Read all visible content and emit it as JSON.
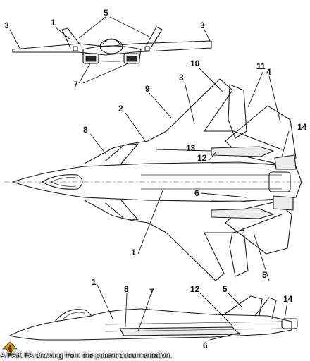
{
  "figure": {
    "caption": "A PAK FA drawing from the patent documentation.",
    "views": [
      "front-view",
      "top-view",
      "side-view"
    ]
  },
  "labels": {
    "front": [
      "1",
      "5",
      "3",
      "3",
      "7"
    ],
    "top": [
      "10",
      "11",
      "4",
      "9",
      "3",
      "2",
      "8",
      "14",
      "13",
      "12",
      "6",
      "1",
      "5"
    ],
    "side": [
      "1",
      "8",
      "7",
      "12",
      "5",
      "14",
      "6"
    ]
  },
  "colors": {
    "line": "#1a1a1a",
    "background": "#ffffff",
    "caption_text": "#ffffff"
  }
}
